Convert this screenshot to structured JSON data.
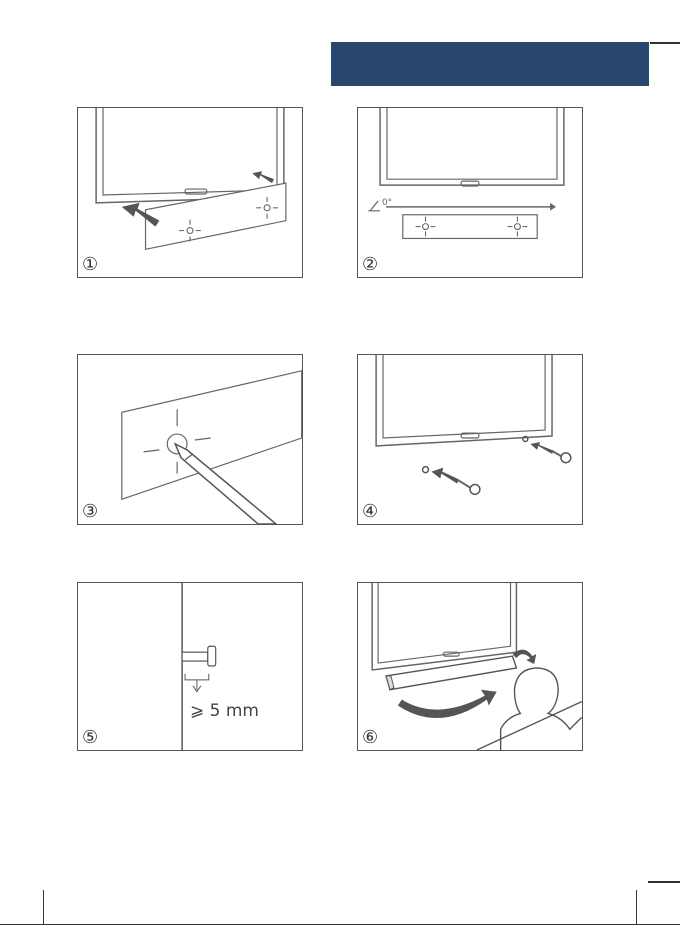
{
  "header": {
    "color": "#27476e"
  },
  "steps": [
    {
      "number": "①",
      "icon": "template-alignment-illustration"
    },
    {
      "number": "②",
      "icon": "level-check-illustration"
    },
    {
      "number": "③",
      "icon": "mark-holes-illustration"
    },
    {
      "number": "④",
      "icon": "drive-screws-illustration"
    },
    {
      "number": "⑤",
      "icon": "screw-gap-illustration",
      "dimension": "⩾ 5 mm"
    },
    {
      "number": "⑥",
      "icon": "hang-soundbar-illustration"
    }
  ]
}
